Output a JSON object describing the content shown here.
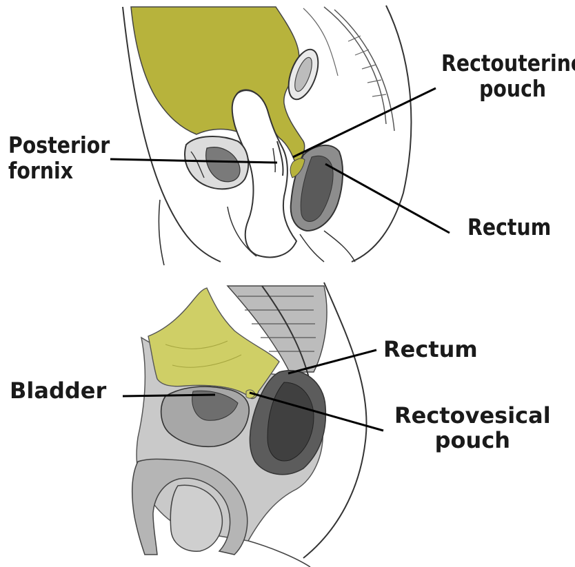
{
  "figure": {
    "top_panel": {
      "labels": {
        "rectouterine_line1": "Rectouterine",
        "rectouterine_line2": "pouch",
        "posterior_line1": "Posterior",
        "posterior_line2": "fornix",
        "rectum": "Rectum"
      },
      "highlight_color": "#b7b33c"
    },
    "bottom_panel": {
      "labels": {
        "bladder": "Bladder",
        "rectum": "Rectum",
        "rectovesical_line1": "Rectovesical",
        "rectovesical_line2": "pouch"
      },
      "highlight_color": "#cfcf66"
    }
  }
}
